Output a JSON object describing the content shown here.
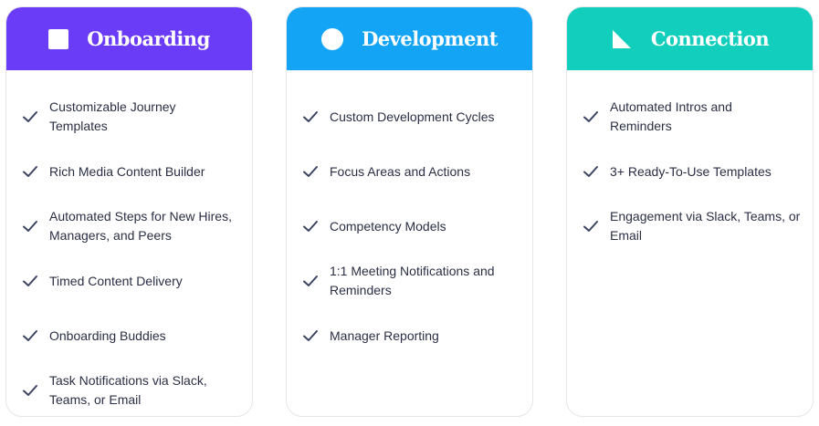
{
  "colors": {
    "onboarding": "#6a3cf7",
    "development": "#14a4f5",
    "connection": "#12cfbd",
    "check": "#3d4463",
    "text": "#2b2f45"
  },
  "cards": [
    {
      "title": "Onboarding",
      "icon": "square-icon",
      "items": [
        "Customizable Journey Templates",
        "Rich Media Content Builder",
        "Automated Steps for New Hires, Managers, and Peers",
        "Timed Content Delivery",
        "Onboarding Buddies",
        "Task Notifications via Slack, Teams, or Email"
      ]
    },
    {
      "title": "Development",
      "icon": "circle-icon",
      "items": [
        "Custom Development Cycles",
        "Focus Areas and Actions",
        "Competency Models",
        "1:1 Meeting Notifications and Reminders",
        "Manager Reporting"
      ]
    },
    {
      "title": "Connection",
      "icon": "triangle-icon",
      "items": [
        "Automated Intros and Reminders",
        "3+ Ready-To-Use Templates",
        "Engagement via Slack, Teams, or Email"
      ]
    }
  ]
}
